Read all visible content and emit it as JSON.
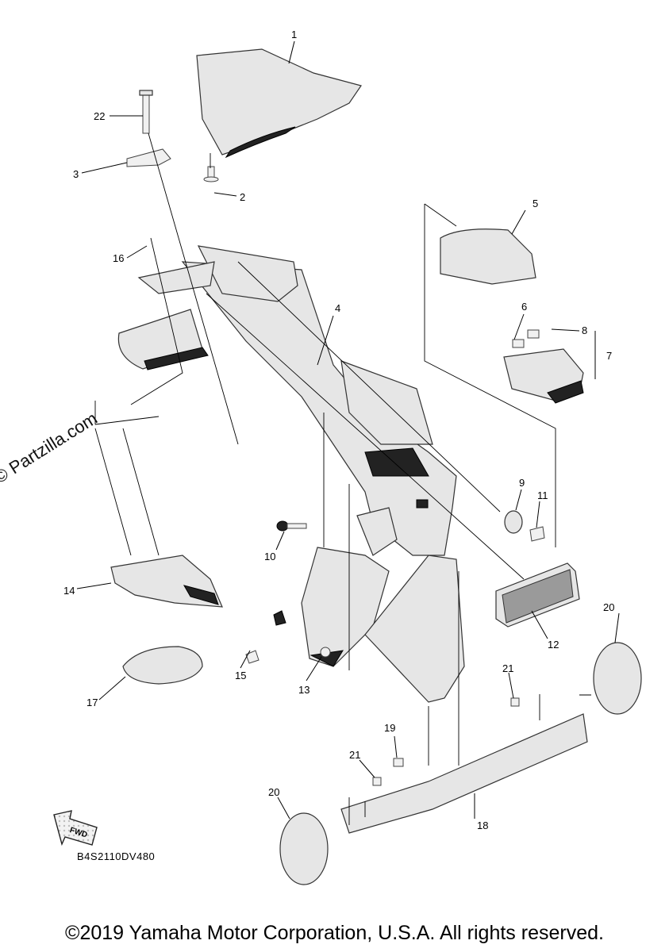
{
  "diagram": {
    "callouts": [
      "1",
      "2",
      "3",
      "4",
      "5",
      "6",
      "7",
      "8",
      "9",
      "10",
      "11",
      "12",
      "13",
      "14",
      "15",
      "16",
      "17",
      "18",
      "19",
      "20",
      "20",
      "21",
      "21",
      "22"
    ],
    "fwd_label": "FWD",
    "drawing_code": "B4S2110DV480",
    "watermark": "© Partzilla.com",
    "copyright": "©2019 Yamaha Motor Corporation, U.S.A. All rights reserved."
  }
}
